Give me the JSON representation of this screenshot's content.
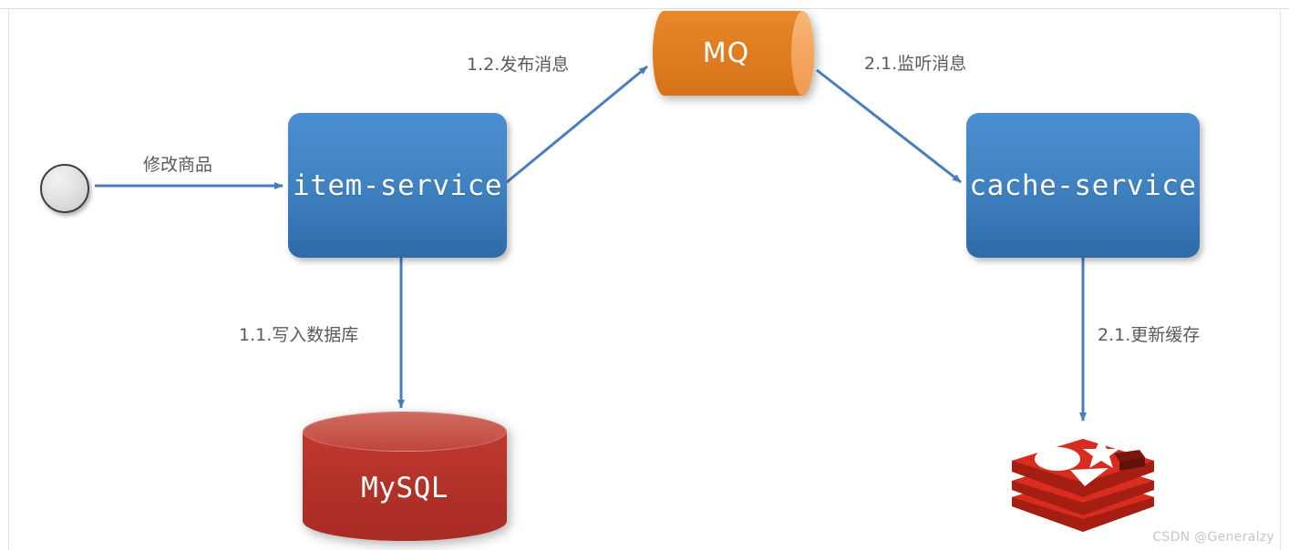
{
  "diagram": {
    "title": "item-service MQ cache-service data flow",
    "colors": {
      "service_blue": "#4184c4",
      "mq_orange": "#e07f22",
      "mysql_red": "#b5342b",
      "redis_red": "#d82c20",
      "arrow_blue": "#4a7ebb",
      "label_gray": "#5a5a5a"
    },
    "nodes": [
      {
        "id": "start",
        "type": "circle",
        "label": ""
      },
      {
        "id": "item-service",
        "type": "rounded-box",
        "label": "item-service"
      },
      {
        "id": "mq",
        "type": "cylinder-horizontal",
        "label": "MQ"
      },
      {
        "id": "cache-service",
        "type": "rounded-box",
        "label": "cache-service"
      },
      {
        "id": "mysql",
        "type": "cylinder-vertical",
        "label": "MySQL"
      },
      {
        "id": "redis",
        "type": "logo",
        "label": ""
      }
    ],
    "edges": [
      {
        "id": "e1",
        "from": "start",
        "to": "item-service",
        "label": "修改商品"
      },
      {
        "id": "e2",
        "from": "item-service",
        "to": "mq",
        "label": "1.2.发布消息"
      },
      {
        "id": "e3",
        "from": "mq",
        "to": "cache-service",
        "label": "2.1.监听消息"
      },
      {
        "id": "e4",
        "from": "item-service",
        "to": "mysql",
        "label": "1.1.写入数据库"
      },
      {
        "id": "e5",
        "from": "cache-service",
        "to": "redis",
        "label": "2.1.更新缓存"
      }
    ]
  },
  "watermark": {
    "text": "CSDN @Generalzy"
  }
}
